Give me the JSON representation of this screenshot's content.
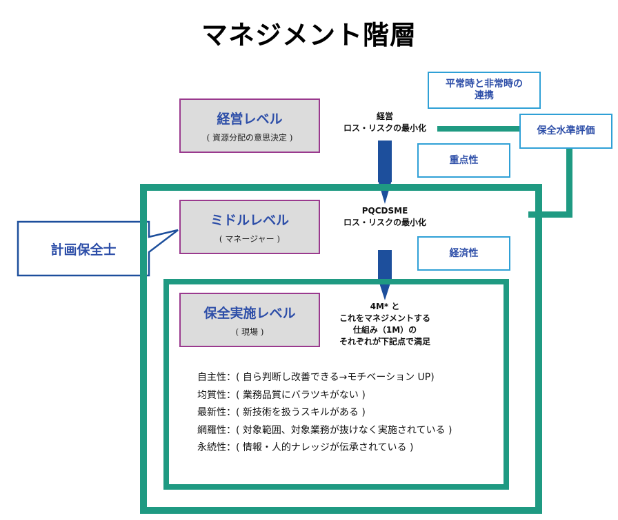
{
  "title": "マネジメント階層",
  "levels": {
    "management": {
      "title": "経営レベル",
      "sub": "( 資源分配の意思決定 )"
    },
    "middle": {
      "title": "ミドルレベル",
      "sub": "( マネージャー )"
    },
    "execution": {
      "title": "保全実施レベル",
      "sub": "( 現場 )"
    }
  },
  "center_labels": {
    "management": [
      "経営",
      "ロス・リスクの最小化"
    ],
    "middle": [
      "PQCDSME",
      "ロス・リスクの最小化"
    ],
    "execution": [
      "4M* と",
      "これをマネジメントする",
      "仕組み（1M）の",
      "それぞれが下記点で満足"
    ]
  },
  "side_boxes": {
    "cooperation": [
      "平常時と非常時の",
      "連携"
    ],
    "evaluation": "保全水準評価",
    "priority": "重点性",
    "economy": "経済性"
  },
  "callout": "計画保全士",
  "criteria": [
    "自主性：( 自ら判断し改善できる→モチベーション UP)",
    "均質性：( 業務品質にバラツキがない )",
    "最新性：( 新技術を扱うスキルがある )",
    "網羅性：( 対象範囲、対象業務が抜けなく実施されている )",
    "永続性：( 情報・人的ナレッジが伝承されている )"
  ],
  "colors": {
    "frame": "#1f9a82",
    "arrow": "#1d4f9c",
    "level_border": "#9a3a8e",
    "level_fill": "#dcdcdc",
    "accent_text": "#2d4ea8",
    "side_border": "#2fa0d6",
    "callout_border": "#1d4f9c"
  }
}
